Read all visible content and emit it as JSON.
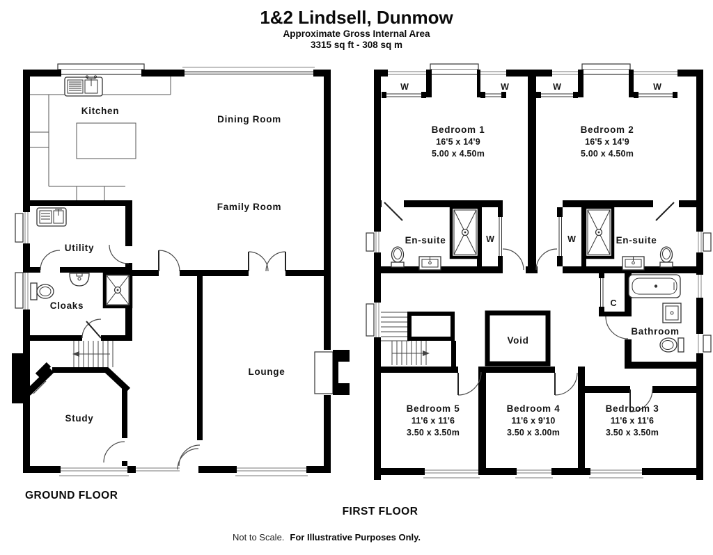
{
  "title": {
    "line1": "1&2 Lindsell, Dunmow",
    "line2": "Approximate Gross Internal Area",
    "line3": "3315 sq ft - 308 sq m"
  },
  "footer": {
    "scale_note": "Not to Scale.",
    "purpose_note": "For Illustrative Purposes Only."
  },
  "ground_floor": {
    "label": "GROUND FLOOR",
    "rooms": {
      "kitchen": "Kitchen",
      "dining_room": "Dining Room",
      "family_room": "Family Room",
      "utility": "Utility",
      "cloaks": "Cloaks",
      "lounge": "Lounge",
      "study": "Study"
    }
  },
  "first_floor": {
    "label": "FIRST FLOOR",
    "wardrobe_label": "W",
    "cupboard_label": "C",
    "rooms": {
      "bedroom1": {
        "name": "Bedroom 1",
        "imperial": "16'5 x 14'9",
        "metric": "5.00 x 4.50m"
      },
      "bedroom2": {
        "name": "Bedroom 2",
        "imperial": "16'5 x 14'9",
        "metric": "5.00 x 4.50m"
      },
      "bedroom3": {
        "name": "Bedroom 3",
        "imperial": "11'6 x 11'6",
        "metric": "3.50 x 3.50m"
      },
      "bedroom4": {
        "name": "Bedroom 4",
        "imperial": "11'6 x 9'10",
        "metric": "3.50 x 3.00m"
      },
      "bedroom5": {
        "name": "Bedroom 5",
        "imperial": "11'6 x 11'6",
        "metric": "3.50 x 3.50m"
      },
      "ensuite_left": "En-suite",
      "ensuite_right": "En-suite",
      "bathroom": "Bathroom",
      "void": "Void"
    }
  },
  "colors": {
    "wall": "#000000",
    "line": "#3a3a3a",
    "background": "#ffffff"
  }
}
